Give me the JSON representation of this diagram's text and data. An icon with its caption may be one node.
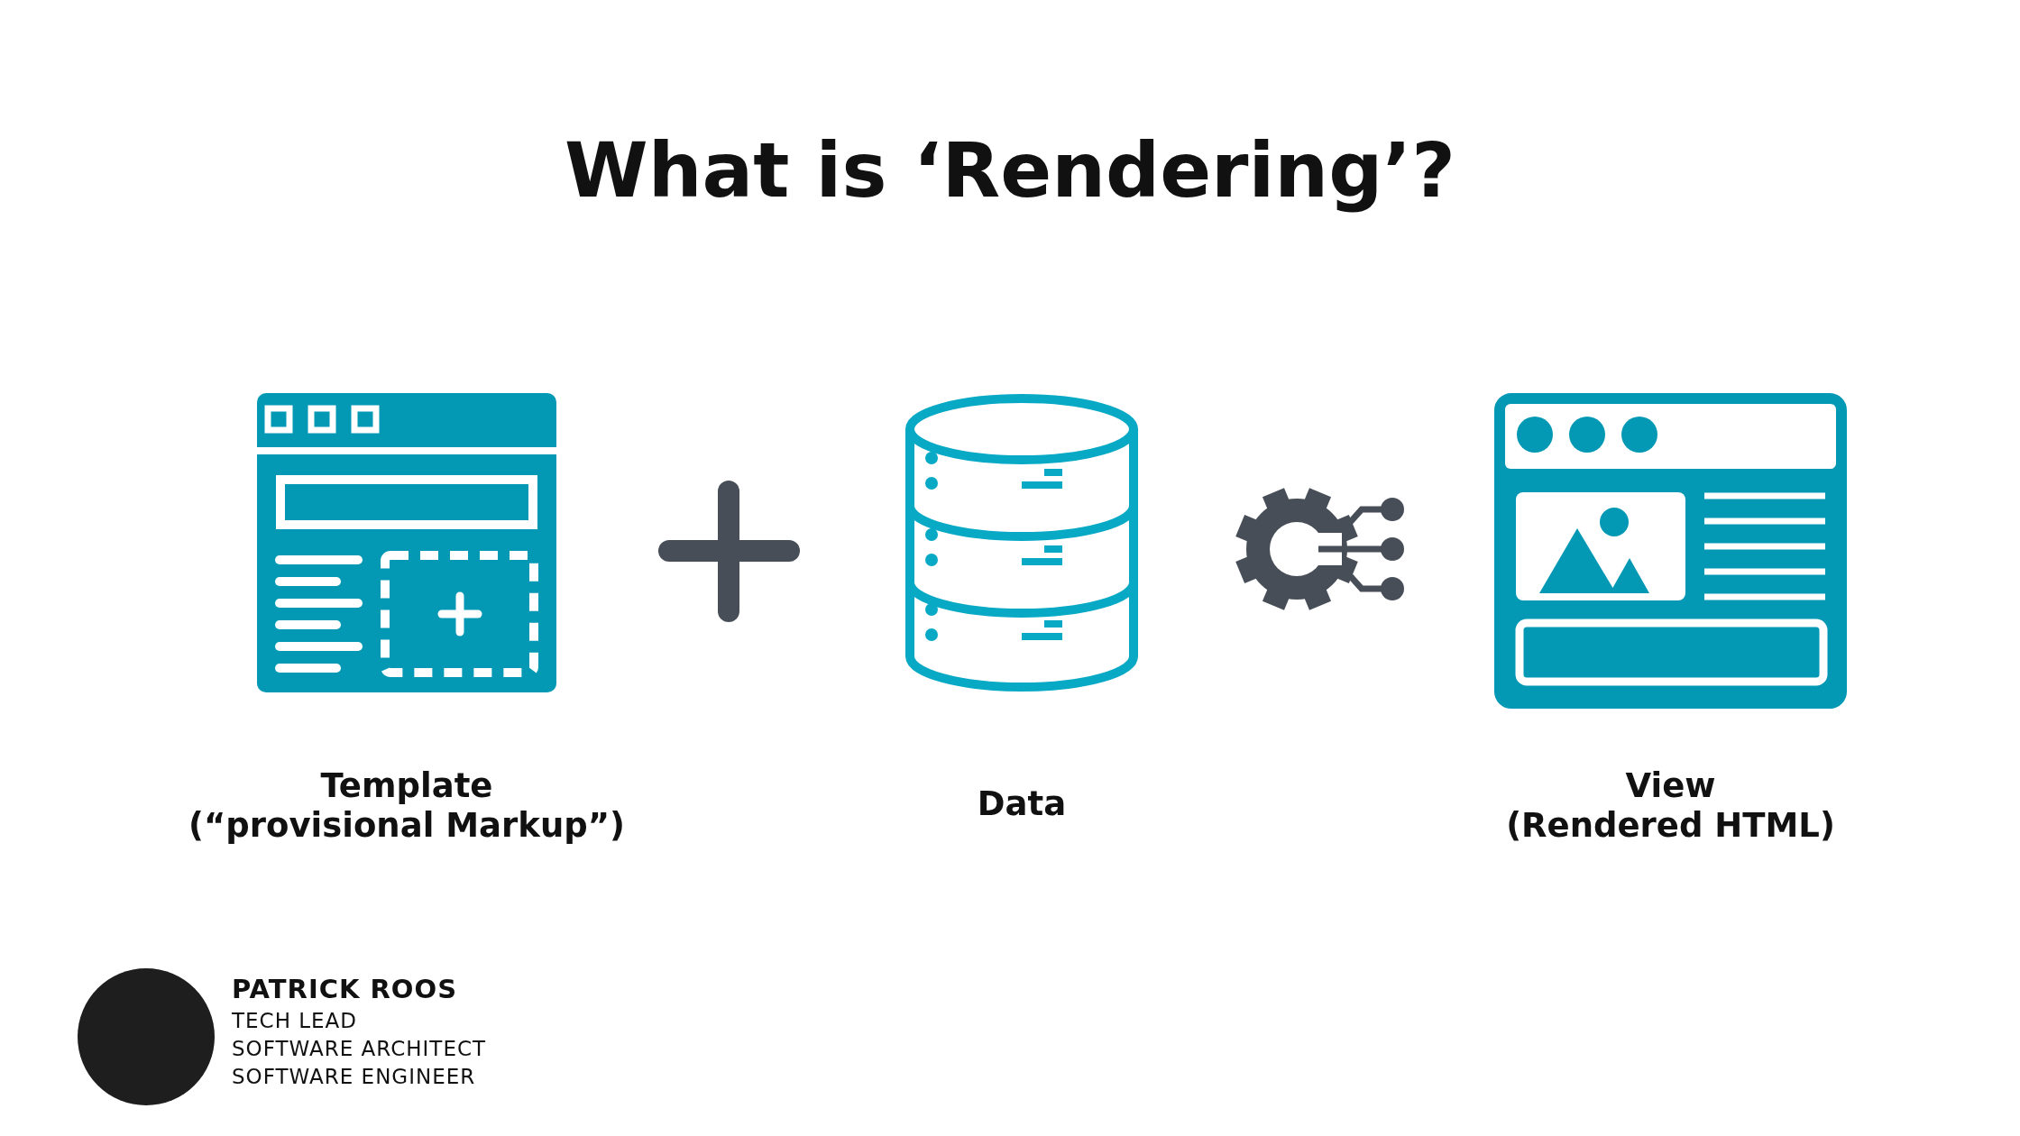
{
  "diagram": {
    "title": "What is ‘Rendering’?",
    "nodes": [
      {
        "text": [
          "Template",
          "(“provisional Markup”)"
        ]
      },
      {
        "text": [
          "Data"
        ]
      },
      {
        "text": [
          "View",
          "(Rendered HTML)"
        ]
      }
    ],
    "labels": [
      "PATRICK ROOS",
      "TECH LEAD",
      "SOFTWARE ARCHITECT",
      "SOFTWARE ENGINEER"
    ]
  }
}
